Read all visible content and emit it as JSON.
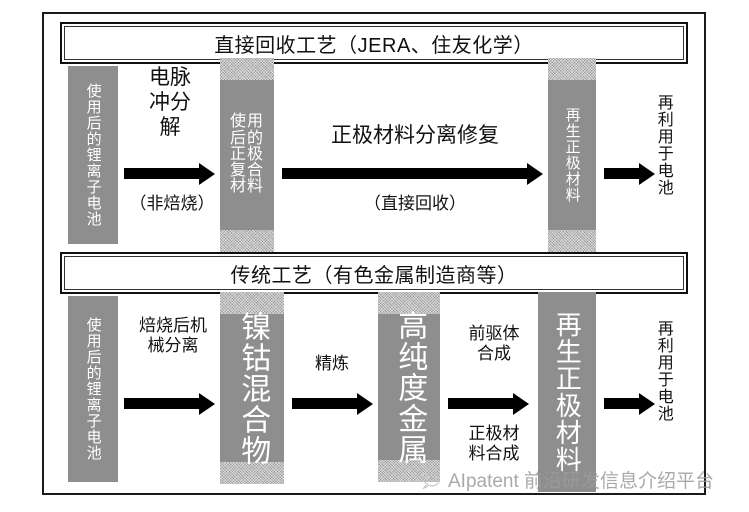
{
  "figure": {
    "watermark": {
      "icon": "chat-bubble-icon",
      "text": "AIpatent 前沿研发信息介绍平台"
    },
    "colors": {
      "node_fill": "#8e8e8e",
      "node_text": "#ffffff",
      "frame": "#1a1a1a",
      "arrow": "#000000",
      "watermark": "#9b9b9b"
    }
  },
  "sections": [
    {
      "id": "direct-recycling",
      "title": "直接回收工艺（JERA、住友化学）",
      "nodes": [
        {
          "id": "spent-libs",
          "label": "使用后的锂离子电池",
          "orientation": "vertical",
          "size": "small"
        },
        {
          "id": "spent-cathode",
          "label": "使用后的正极复合材料",
          "orientation": "wrapped",
          "size": "small"
        },
        {
          "id": "regen-cathode",
          "label": "再生正极材料",
          "orientation": "vertical",
          "size": "small"
        }
      ],
      "steps": [
        {
          "id": "pulse-decompose",
          "above": "电脉\n冲分\n解",
          "below": "（非焙烧）"
        },
        {
          "id": "cathode-separate",
          "above": "正极材料分离修复",
          "below": "（直接回收）"
        }
      ],
      "outcome": {
        "id": "reuse-battery",
        "label": "再利用于电池"
      }
    },
    {
      "id": "conventional",
      "title": "传统工艺（有色金属制造商等）",
      "nodes": [
        {
          "id": "spent-libs-2",
          "label": "使用后的锂离子电池",
          "orientation": "vertical",
          "size": "small"
        },
        {
          "id": "ni-co-mixture",
          "label": "镍钴混合物",
          "orientation": "vertical",
          "size": "big"
        },
        {
          "id": "high-purity-metal",
          "label": "高纯度金属",
          "orientation": "vertical",
          "size": "big"
        },
        {
          "id": "regen-cathode-2",
          "label": "再生正极材料",
          "orientation": "vertical",
          "size": "medium"
        }
      ],
      "steps": [
        {
          "id": "roast-separate",
          "above": "焙烧后机\n械分离",
          "below": ""
        },
        {
          "id": "refining",
          "above": "精炼",
          "below": ""
        },
        {
          "id": "precursor-synth",
          "above": "前驱体\n合成",
          "below": "正极材\n料合成"
        }
      ],
      "outcome": {
        "id": "reuse-battery-2",
        "label": "再利用于电池"
      }
    }
  ]
}
